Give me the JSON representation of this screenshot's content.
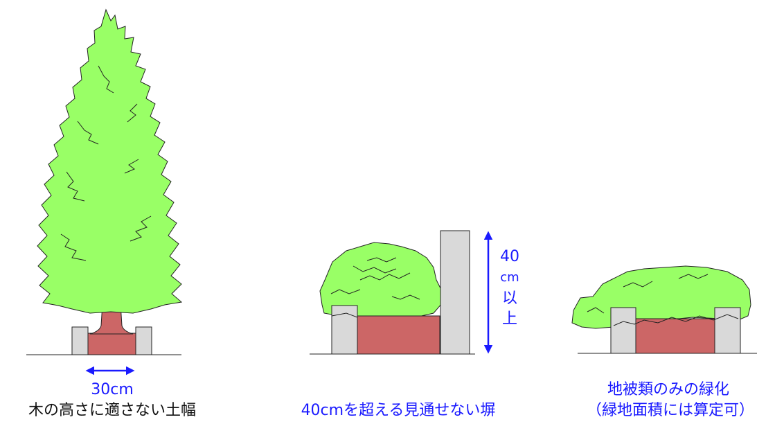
{
  "panel1": {
    "width_label": "30cm",
    "caption": "木の高さに適さない土幅"
  },
  "panel2": {
    "height_label_lines": [
      "40",
      "cm",
      "以",
      "上"
    ],
    "caption": "40cmを超える見通せない塀"
  },
  "panel3": {
    "caption_line1": "地被類のみの緑化",
    "caption_line2": "（緑地面積には算定可）"
  },
  "colors": {
    "foliage": "#99ff66",
    "soil": "#cc6666",
    "wall": "#d9d9d9",
    "dimension": "#1a1aff",
    "outline": "#222222"
  }
}
